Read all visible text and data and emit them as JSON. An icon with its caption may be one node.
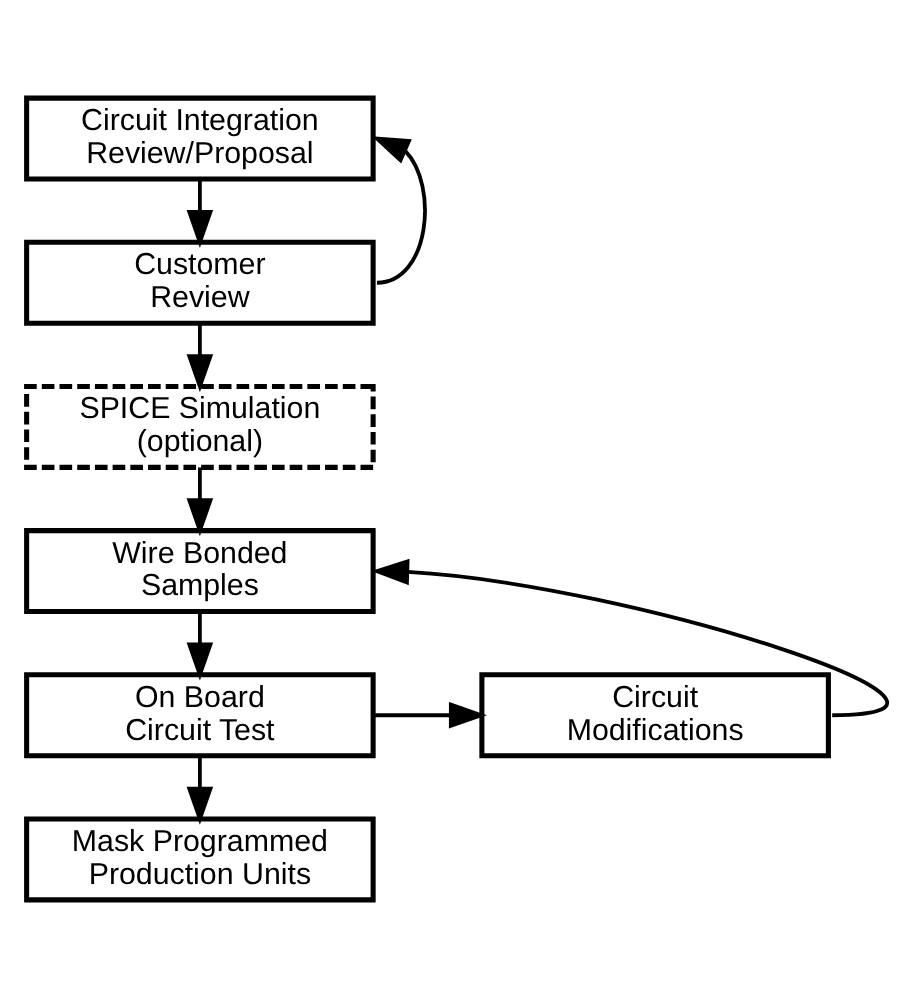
{
  "diagram": {
    "nodes": [
      {
        "text": [
          "Circuit Integration Review/Proposal"
        ]
      },
      {
        "text": [
          "Customer Review"
        ]
      },
      {
        "text": [
          "SPICE Simulation (optional)"
        ]
      },
      {
        "text": [
          "Wire Bonded Samples"
        ]
      },
      {
        "text": [
          "On Board Circuit Test"
        ]
      },
      {
        "text": [
          "Circuit Modifications"
        ]
      },
      {
        "text": [
          "Mask Programmed Production Units"
        ]
      }
    ],
    "edges": [
      {
        "from": 0,
        "to": 1,
        "arrow": "to"
      },
      {
        "from": 1,
        "to": 0,
        "arrow": "to"
      },
      {
        "from": 1,
        "to": 2,
        "arrow": "to"
      },
      {
        "from": 2,
        "to": 3,
        "arrow": "to"
      },
      {
        "from": 3,
        "to": 4,
        "arrow": "to"
      },
      {
        "from": 4,
        "to": 5,
        "arrow": "to"
      },
      {
        "from": 5,
        "to": 3,
        "arrow": "to"
      },
      {
        "from": 4,
        "to": 6,
        "arrow": "to"
      }
    ]
  }
}
